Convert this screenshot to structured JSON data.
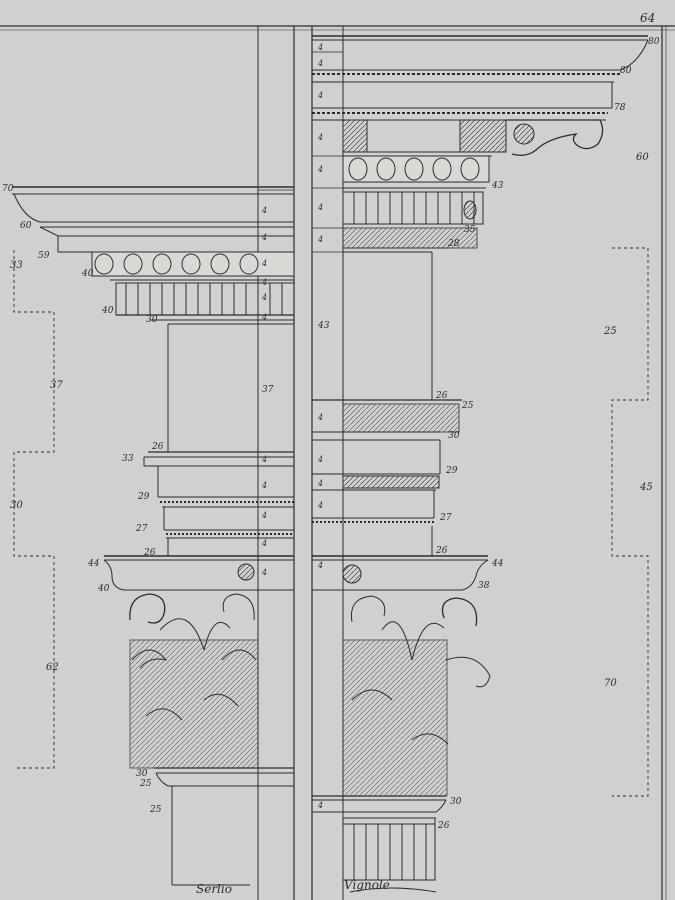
{
  "plate": {
    "page_number": "64",
    "left_caption": "Serlio",
    "right_caption": "Vignole"
  },
  "colors": {
    "paper": "#c9cdc9",
    "ink": "#2a2d30"
  },
  "left_column": {
    "side_dimensions": [
      "33",
      "37",
      "30",
      "62"
    ],
    "level_marks": [
      "70",
      "60",
      "59",
      "40",
      "40",
      "30",
      "26",
      "33",
      "29",
      "27",
      "26",
      "44",
      "40",
      "30",
      "25",
      "25"
    ],
    "scale_marks": [
      "4",
      "4",
      "4",
      "4",
      "4",
      "4",
      "37",
      "4",
      "4",
      "4",
      "4",
      "4"
    ]
  },
  "right_column": {
    "side_dimensions": [
      "60",
      "25",
      "45",
      "70"
    ],
    "level_marks": [
      "80",
      "80",
      "78",
      "43",
      "35",
      "28",
      "26",
      "25",
      "30",
      "29",
      "27",
      "26",
      "44",
      "38",
      "30",
      "26"
    ],
    "scale_marks": [
      "4",
      "4",
      "4",
      "4",
      "4",
      "4",
      "4",
      "43",
      "4",
      "4",
      "4",
      "4",
      "4",
      "4"
    ]
  }
}
